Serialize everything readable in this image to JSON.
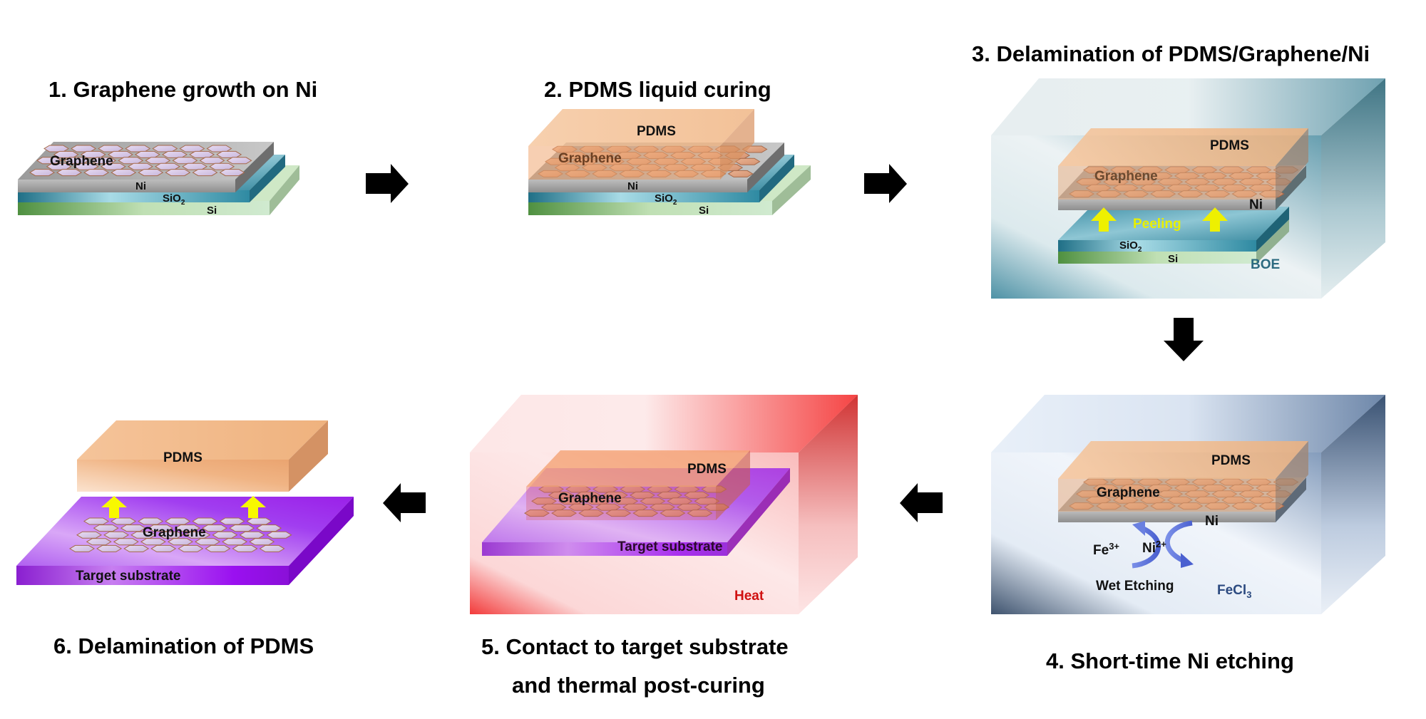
{
  "figure": {
    "description": "Process flow for graphene transfer using PDMS",
    "colors": {
      "graphene_hex": "#d9cbe8",
      "graphene_edge": "#b0704a",
      "pdms": "#f0b080",
      "ni": "#a8a8a8",
      "sio2": "#3a8fa5",
      "si": "#b8dcb0",
      "target_substrate": "#9a2ee0",
      "boe_bath": "#3a7f95",
      "fecl3_bath": "#1d3a60",
      "heat_bath": "#e01010",
      "peeling_arrow": "#f0f000",
      "etch_arrow": "#5a6fd8",
      "boe_text": "#2c6a80",
      "fecl3_text": "#2c4a80",
      "heat_text": "#d01010"
    }
  },
  "steps": [
    {
      "number": "1",
      "title": "1. Graphene growth on Ni",
      "labels": {
        "graphene": "Graphene",
        "ni": "Ni",
        "sio2": "SiO",
        "sio2_sub": "2",
        "si": "Si"
      }
    },
    {
      "number": "2",
      "title": "2. PDMS liquid curing",
      "labels": {
        "pdms": "PDMS",
        "graphene": "Graphene",
        "ni": "Ni",
        "sio2": "SiO",
        "sio2_sub": "2",
        "si": "Si"
      }
    },
    {
      "number": "3",
      "title": "3. Delamination of PDMS/Graphene/Ni",
      "labels": {
        "pdms": "PDMS",
        "graphene": "Graphene",
        "ni": "Ni",
        "peeling": "Peeling",
        "sio2": "SiO",
        "sio2_sub": "2",
        "si": "Si",
        "solution": "BOE"
      }
    },
    {
      "number": "4",
      "title": "4. Short-time Ni etching",
      "labels": {
        "pdms": "PDMS",
        "graphene": "Graphene",
        "ni": "Ni",
        "fe_ion": "Fe",
        "fe_charge": "3+",
        "ni_ion": "Ni",
        "ni_charge": "2+",
        "process": "Wet Etching",
        "solution": "FeCl",
        "solution_sub": "3"
      }
    },
    {
      "number": "5",
      "title_line1": "5. Contact to target substrate",
      "title_line2": "and thermal post-curing",
      "labels": {
        "pdms": "PDMS",
        "graphene": "Graphene",
        "substrate": "Target substrate",
        "condition": "Heat"
      }
    },
    {
      "number": "6",
      "title": "6. Delamination of PDMS",
      "labels": {
        "pdms": "PDMS",
        "graphene": "Graphene",
        "substrate": "Target substrate"
      }
    }
  ],
  "flow_arrows": [
    {
      "from": "1",
      "to": "2",
      "direction": "right"
    },
    {
      "from": "2",
      "to": "3",
      "direction": "right"
    },
    {
      "from": "3",
      "to": "4",
      "direction": "down"
    },
    {
      "from": "4",
      "to": "5",
      "direction": "left"
    },
    {
      "from": "5",
      "to": "6",
      "direction": "left"
    }
  ]
}
